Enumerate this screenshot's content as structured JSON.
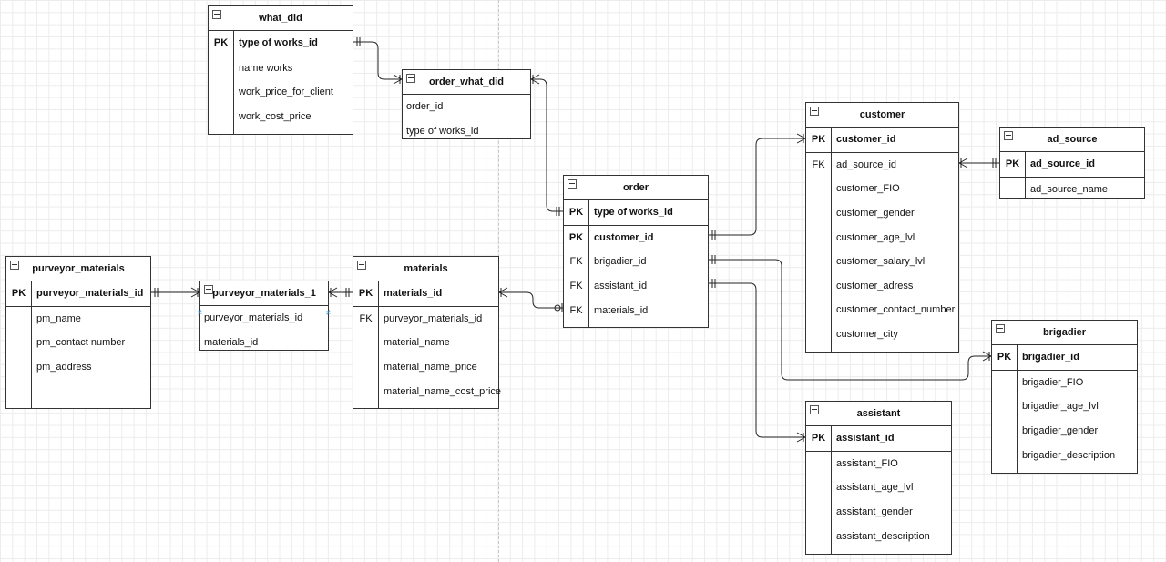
{
  "entities": {
    "what_did": {
      "title": "what_did",
      "rows": [
        {
          "key": "PK",
          "name": "type of works_id",
          "bold": true
        },
        {
          "key": "",
          "name": "name works"
        },
        {
          "key": "",
          "name": "work_price_for_client"
        },
        {
          "key": "",
          "name": "work_cost_price"
        }
      ]
    },
    "order_what_did": {
      "title": "order_what_did",
      "rows": [
        {
          "name": "order_id"
        },
        {
          "name": "type of works_id"
        }
      ]
    },
    "customer": {
      "title": "customer",
      "rows": [
        {
          "key": "PK",
          "name": "customer_id",
          "bold": true
        },
        {
          "key": "FK",
          "name": "ad_source_id"
        },
        {
          "key": "",
          "name": "customer_FIO"
        },
        {
          "key": "",
          "name": "customer_gender"
        },
        {
          "key": "",
          "name": "customer_age_lvl"
        },
        {
          "key": "",
          "name": "customer_salary_lvl"
        },
        {
          "key": "",
          "name": "customer_adress"
        },
        {
          "key": "",
          "name": "customer_contact_number"
        },
        {
          "key": "",
          "name": "customer_city"
        }
      ]
    },
    "ad_source": {
      "title": "ad_source",
      "rows": [
        {
          "key": "PK",
          "name": "ad_source_id",
          "bold": true
        },
        {
          "key": "",
          "name": "ad_source_name"
        }
      ]
    },
    "order": {
      "title": "order",
      "rows": [
        {
          "key": "PK",
          "name": "type of works_id",
          "bold": true
        },
        {
          "key": "PK",
          "name": "customer_id",
          "bold": true
        },
        {
          "key": "FK",
          "name": "brigadier_id"
        },
        {
          "key": "FK",
          "name": "assistant_id"
        },
        {
          "key": "FK",
          "name": "materials_id"
        }
      ]
    },
    "purveyor_materials": {
      "title": "purveyor_materials",
      "rows": [
        {
          "key": "PK",
          "name": "purveyor_materials_id",
          "bold": true
        },
        {
          "key": "",
          "name": "pm_name"
        },
        {
          "key": "",
          "name": "pm_contact number"
        },
        {
          "key": "",
          "name": "pm_address"
        },
        {
          "key": "",
          "name": ""
        }
      ]
    },
    "purveyor_materials_1": {
      "title": "purveyor_materials_1",
      "rows": [
        {
          "name": "purveyor_materials_id"
        },
        {
          "name": "materials_id"
        }
      ]
    },
    "materials": {
      "title": "materials",
      "rows": [
        {
          "key": "PK",
          "name": "materials_id",
          "bold": true
        },
        {
          "key": "FK",
          "name": "purveyor_materials_id"
        },
        {
          "key": "",
          "name": "material_name"
        },
        {
          "key": "",
          "name": "material_name_price"
        },
        {
          "key": "",
          "name": "material_name_cost_price"
        }
      ]
    },
    "brigadier": {
      "title": "brigadier",
      "rows": [
        {
          "key": "PK",
          "name": "brigadier_id",
          "bold": true
        },
        {
          "key": "",
          "name": "brigadier_FIO"
        },
        {
          "key": "",
          "name": "brigadier_age_lvl"
        },
        {
          "key": "",
          "name": "brigadier_gender"
        },
        {
          "key": "",
          "name": "brigadier_description"
        }
      ]
    },
    "assistant": {
      "title": "assistant",
      "rows": [
        {
          "key": "PK",
          "name": "assistant_id",
          "bold": true
        },
        {
          "key": "",
          "name": "assistant_FIO"
        },
        {
          "key": "",
          "name": "assistant_age_lvl"
        },
        {
          "key": "",
          "name": "assistant_gender"
        },
        {
          "key": "",
          "name": "assistant_description"
        }
      ]
    }
  },
  "relationships": [
    {
      "from": "what_did.type of works_id",
      "to": "order_what_did",
      "from_end": "one-only",
      "to_end": "one-or-many"
    },
    {
      "from": "order_what_did",
      "to": "order.type of works_id",
      "from_end": "one-or-many",
      "to_end": "one-only"
    },
    {
      "from": "order.customer_id",
      "to": "customer.customer_id",
      "from_end": "one-only",
      "to_end": "one-or-many"
    },
    {
      "from": "customer.ad_source_id",
      "to": "ad_source.ad_source_id",
      "from_end": "one-or-many",
      "to_end": "one-only"
    },
    {
      "from": "order.brigadier_id",
      "to": "brigadier.brigadier_id",
      "from_end": "one-only",
      "to_end": "one-or-many"
    },
    {
      "from": "order.assistant_id",
      "to": "assistant.assistant_id",
      "from_end": "one-only",
      "to_end": "one-or-many"
    },
    {
      "from": "materials.materials_id",
      "to": "order.materials_id",
      "from_end": "one-or-many",
      "to_end": "zero-or-one"
    },
    {
      "from": "purveyor_materials.purveyor_materials_id",
      "to": "purveyor_materials_1",
      "from_end": "one-only",
      "to_end": "one-or-many"
    },
    {
      "from": "purveyor_materials_1",
      "to": "materials.materials_id",
      "from_end": "one-or-many",
      "to_end": "one-only"
    }
  ],
  "colors": {
    "line": "#222222",
    "grid": "#ececec",
    "connection_point": "#4aa3df"
  }
}
